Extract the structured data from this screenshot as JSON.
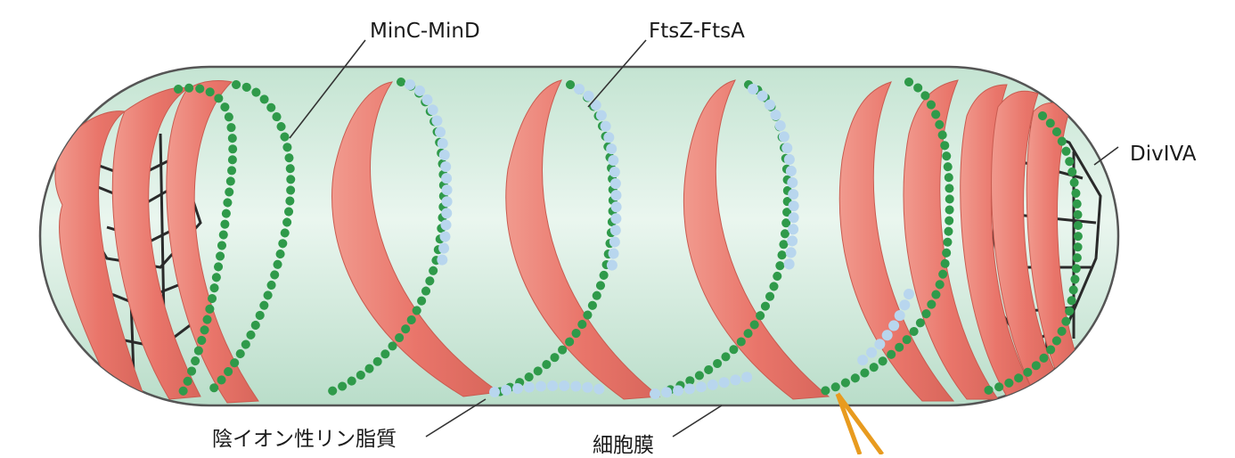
{
  "labels": {
    "minc_mind": "MinC-MinD",
    "ftsz_ftsa": "FtsZ-FtsA",
    "divIVA": "DivIVA",
    "anionic_lipid": "陰イオン性リン脂質",
    "cell_membrane": "細胞膜"
  },
  "colors": {
    "cell_fill": "#cfe9dc",
    "cell_outline": "#555555",
    "helix_red": "#ea7a6e",
    "helix_red_dark": "#c95b50",
    "green_bead": "#2f9a4a",
    "blue_bead": "#b8d6ee",
    "black_mesh": "#2a2a2a",
    "callout_orange": "#e89b1f"
  }
}
